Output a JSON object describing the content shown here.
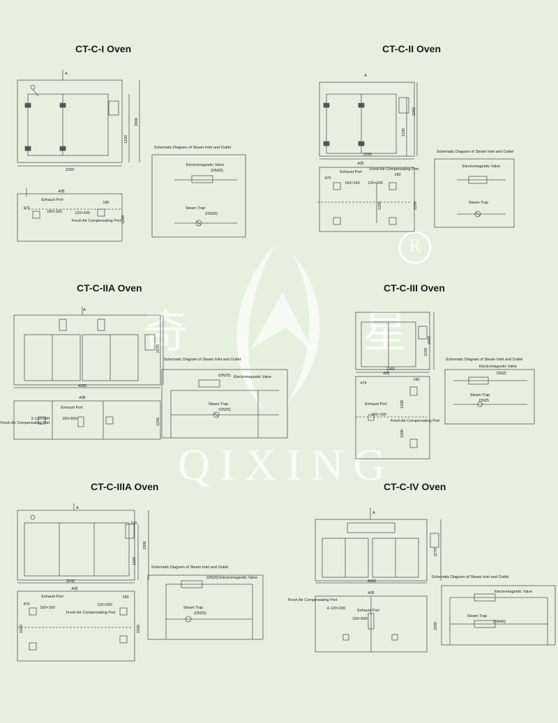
{
  "watermark": {
    "brand": "QIXING",
    "registered": "R",
    "cjk_left": "奇",
    "cjk_right": "星"
  },
  "ovens": {
    "c1": {
      "title": "CT-C-I Oven",
      "section": "A",
      "section_view": "A向",
      "width": "2260",
      "h1": "1100",
      "h2": "2000",
      "exhaust": "Exhaust Port",
      "dim_470": "470",
      "port1": "160×160",
      "port2": "120×200",
      "dim_180": "180",
      "fresh": "Fresh Air Compensating Port",
      "side_h": "1200"
    },
    "c2": {
      "title": "CT-C-II Oven",
      "section": "A",
      "section_view": "A向",
      "width": "2260",
      "h1": "1100",
      "h2": "2000",
      "exhaust": "Exhaust Port",
      "dim_470": "470",
      "port1": "160×160",
      "port2": "120×200",
      "dim_180": "180",
      "fresh": "Fresh Air Compensating Port",
      "depth": "1200",
      "side_h": "2200"
    },
    "c2a": {
      "title": "CT-C-IIA Oven",
      "section": "A",
      "section_view": "A向",
      "width": "4280",
      "h2": "2270",
      "exhaust": "Exhaust Port",
      "fresh": "Fresh Air Compensating Port",
      "port1": "2-120×600",
      "port2": "150×800",
      "side_h": "1200"
    },
    "c3": {
      "title": "CT-C-III Oven",
      "width": "2260",
      "h1": "1100",
      "h2": "2000",
      "section_view": "A向",
      "dim_470": "470",
      "dim_180": "180",
      "exhaust": "Exhaust Port",
      "port1": "160×160",
      "fresh": "Fresh Air Compensating Port",
      "d1": "1200",
      "d2": "1500"
    },
    "c3a": {
      "title": "CT-C-IIIA Oven",
      "section": "A",
      "section_view": "A向",
      "width": "3240",
      "d240": "240",
      "h1": "1100",
      "h2": "2000",
      "exhaust": "Exhaust Port",
      "dim_470": "470",
      "port1": "160×160",
      "fresh": "Fresh Air Compensating Port",
      "port2": "120×200",
      "dim_180": "180",
      "side_h": "2200",
      "depth": "1020"
    },
    "c4": {
      "title": "CT-C-IV Oven",
      "section": "A",
      "section_view": "A向",
      "width": "4280",
      "h2": "2270",
      "fresh": "Fresh Air Compensating Port",
      "port1": "4-120×200",
      "exhaust": "Exhaust Port",
      "port2": "150×600",
      "side_h": "2200"
    }
  },
  "schematic": {
    "title": "Schematic Diagram of Steam Inlet and Outlet",
    "valve": "Electromagnetic Valve",
    "trap": "Steam Trap",
    "dn20": "(DN20)",
    "dn25": "(DN25)",
    "dn40": "(DN40)",
    "dn25_short": "DN25"
  },
  "colors": {
    "background": "#e7f0de",
    "line": "#555555",
    "watermark": "#ffffff"
  }
}
